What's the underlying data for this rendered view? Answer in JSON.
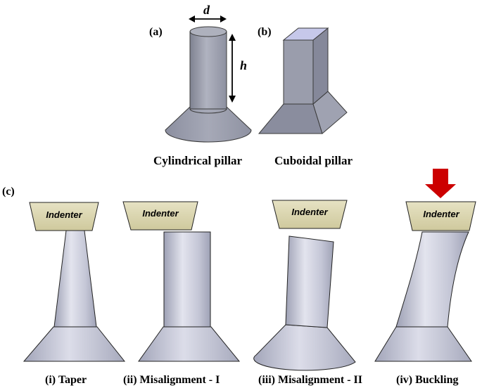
{
  "panels": {
    "a": "(a)",
    "b": "(b)",
    "c": "(c)"
  },
  "dimensions": {
    "diameter": "d",
    "height": "h"
  },
  "shapes": {
    "cylindrical": "Cylindrical pillar",
    "cuboidal": "Cuboidal pillar"
  },
  "indenter_label": "Indenter",
  "cases": [
    {
      "id": "taper",
      "caption": "(i) Taper"
    },
    {
      "id": "misalignment-1",
      "caption": "(ii) Misalignment - I"
    },
    {
      "id": "misalignment-2",
      "caption": "(iii) Misalignment - II"
    },
    {
      "id": "buckling",
      "caption": "(iv) Buckling"
    }
  ],
  "colors": {
    "pillar": "#9a9dab",
    "pillar_light": "#c9cbd8",
    "indenter": "#d7d2aa",
    "load_arrow": "#cc0000"
  }
}
